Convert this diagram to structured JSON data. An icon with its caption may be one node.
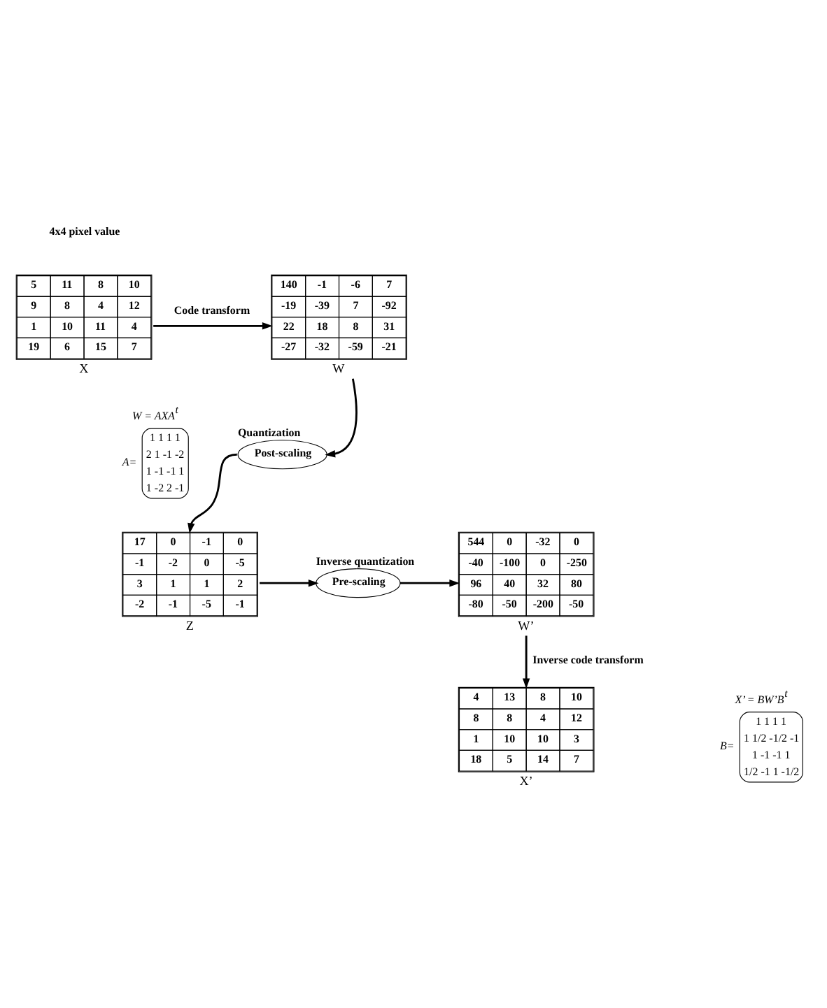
{
  "diagram": {
    "nodes": [
      {
        "text": [
          "5",
          "11",
          "8",
          "10",
          "9",
          "8",
          "4",
          "12",
          "1",
          "10",
          "11",
          "4",
          "19",
          "6",
          "15",
          "7"
        ],
        "beside": [
          "X"
        ]
      },
      {
        "text": [
          "140",
          "-1",
          "-6",
          "7",
          "-19",
          "-39",
          "7",
          "-92",
          "22",
          "18",
          "8",
          "31",
          "-27",
          "-32",
          "-59",
          "-21"
        ],
        "beside": [
          "W"
        ]
      },
      {
        "text": [
          "Post-scaling"
        ],
        "beside": [
          "Quantization"
        ]
      },
      {
        "text": [
          "17",
          "0",
          "-1",
          "0",
          "-1",
          "-2",
          "0",
          "-5",
          "3",
          "1",
          "1",
          "2",
          "-2",
          "-1",
          "-5",
          "-1"
        ],
        "beside": [
          "Z"
        ]
      },
      {
        "text": [
          "Pre-scaling"
        ],
        "beside": [
          "Inverse quantization"
        ]
      },
      {
        "text": [
          "544",
          "0",
          "-32",
          "0",
          "-40",
          "-100",
          "0",
          "-250",
          "96",
          "40",
          "32",
          "80",
          "-80",
          "-50",
          "-200",
          "-50"
        ],
        "beside": [
          "W’"
        ]
      },
      {
        "text": [
          "4",
          "13",
          "8",
          "10",
          "8",
          "8",
          "4",
          "12",
          "1",
          "10",
          "10",
          "3",
          "18",
          "5",
          "14",
          "7"
        ],
        "beside": [
          "X’"
        ]
      }
    ],
    "edges": [
      {
        "from": 0,
        "to": 1,
        "arrow": "to",
        "label": "Code transform"
      },
      {
        "from": 1,
        "to": 2,
        "arrow": "to"
      },
      {
        "from": 2,
        "to": 3,
        "arrow": "to"
      },
      {
        "from": 3,
        "to": 4,
        "arrow": "to"
      },
      {
        "from": 4,
        "to": 5,
        "arrow": "to"
      },
      {
        "from": 5,
        "to": 6,
        "arrow": "to",
        "label": "Inverse code transform"
      }
    ],
    "labels": [
      "4x4 pixel value",
      "W = AXA$^{t}$",
      "A=",
      "1 1 1 1",
      "2 1 -1 -2",
      "1 -1 -1 1",
      "1 -2 2 -1",
      "X’ = BW’B$^{t}$",
      "B=",
      "1 1 1 1",
      "1 1/2 -1/2 -1",
      "1 -1 -1 1",
      "1/2 -1 1 -1/2"
    ]
  }
}
